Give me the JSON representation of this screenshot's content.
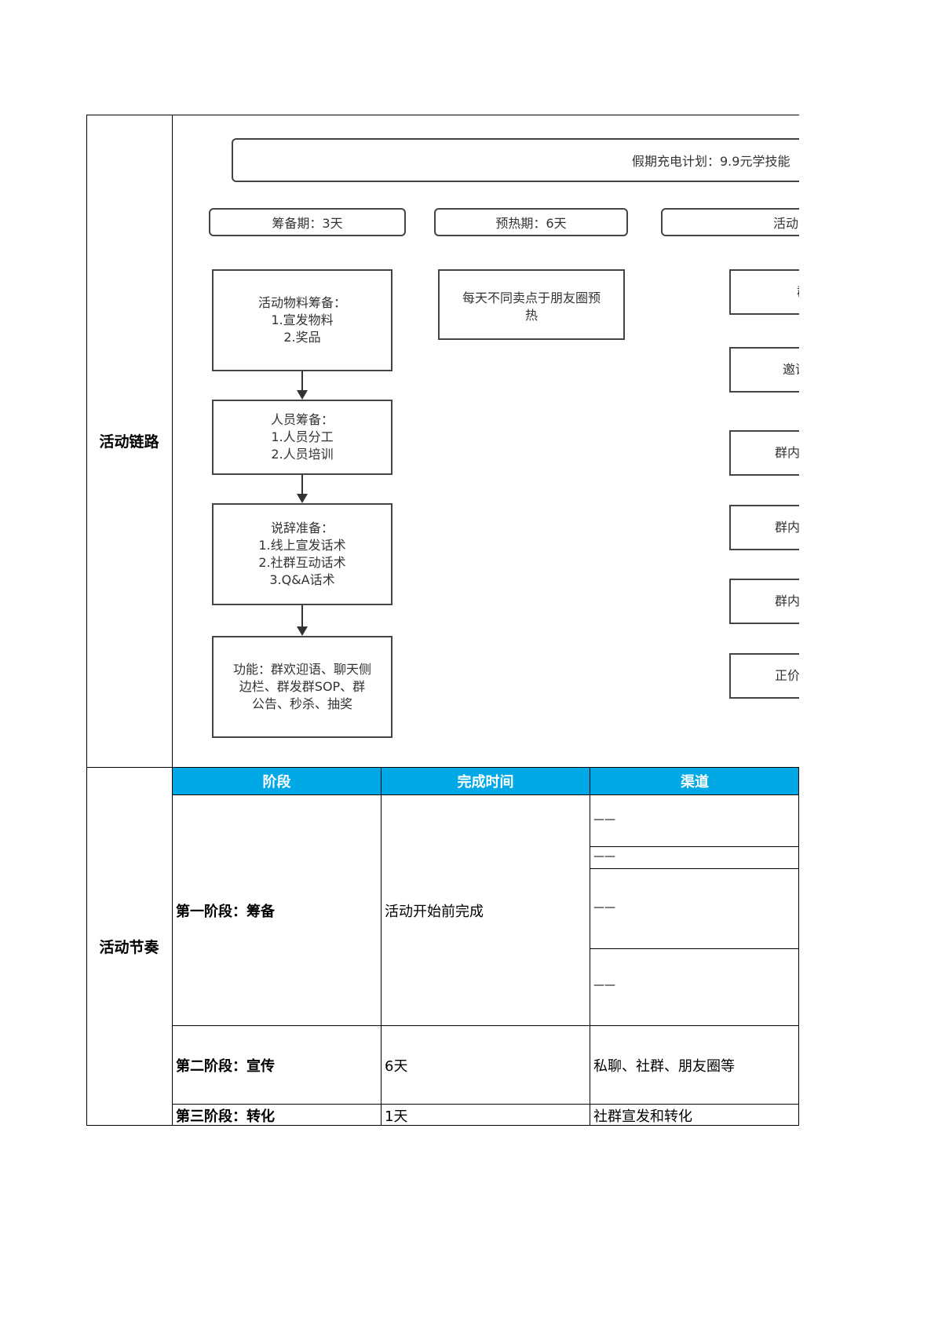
{
  "sections": {
    "chain_label": "活动链路",
    "rhythm_label": "活动节奏"
  },
  "flow": {
    "banner": "假期充电计划：9.9元学技能",
    "phases": [
      "筹备期：3天",
      "预热期：6天",
      "活动"
    ],
    "prep_steps": [
      "活动物料筹备：\n1.宣发物料\n2.奖品",
      "人员筹备：\n1.人员分工\n2.人员培训",
      "说辞准备：\n1.线上宣发话术\n2.社群互动话术\n3.Q&A话术",
      "功能：群欢迎语、聊天侧\n边栏、群发群SOP、群\n公告、秒杀、抽奖"
    ],
    "warmup_step": "每天不同卖点于朋友圈预\n热",
    "activity_steps": [
      "群",
      "邀请",
      "群内",
      "群内",
      "群内",
      "正价"
    ]
  },
  "table": {
    "headers": [
      "阶段",
      "完成时间",
      "渠道"
    ],
    "rows": [
      {
        "stage": "第一阶段：筹备",
        "time": "活动开始前完成",
        "channels": [
          "——",
          "——",
          "——",
          "——"
        ]
      },
      {
        "stage": "第二阶段：宣传",
        "time": "6天",
        "channel": "私聊、社群、朋友圈等"
      },
      {
        "stage": "第三阶段：转化",
        "time": "1天",
        "channel": "社群宣发和转化"
      }
    ]
  },
  "colors": {
    "header_bg": "#00a8e6",
    "header_text": "#ffffff",
    "box_border": "#444444"
  }
}
